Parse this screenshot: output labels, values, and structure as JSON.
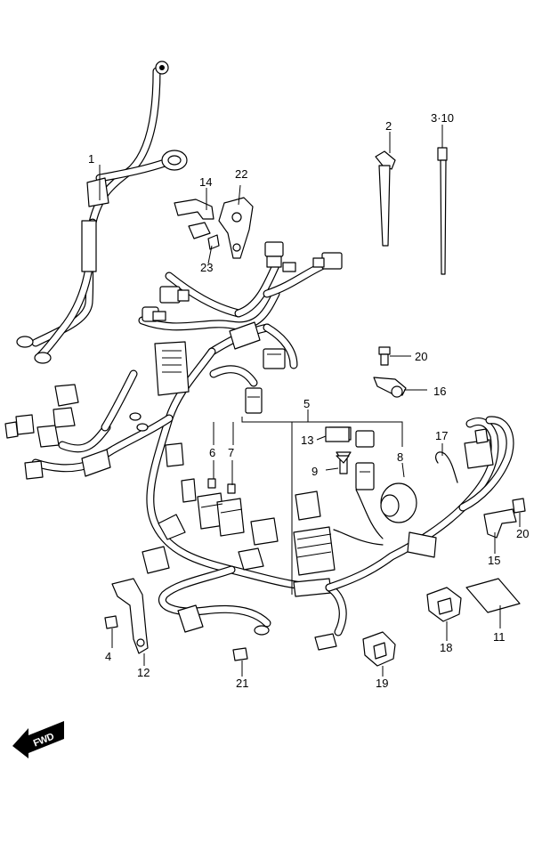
{
  "callouts": {
    "c1": "1",
    "c2": "2",
    "c3": "3·10",
    "c4": "4",
    "c5": "5",
    "c6": "6",
    "c7": "7",
    "c8": "8",
    "c9": "9",
    "c11": "11",
    "c12": "12",
    "c13": "13",
    "c14": "14",
    "c15": "15",
    "c16": "16",
    "c17": "17",
    "c18": "18",
    "c19": "19",
    "c20a": "20",
    "c20b": "20",
    "c21": "21",
    "c22": "22",
    "c23": "23"
  },
  "direction_indicator": {
    "label": "FWD"
  }
}
